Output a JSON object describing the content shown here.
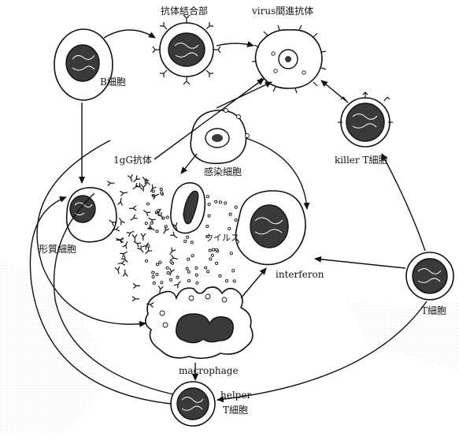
{
  "labels": {
    "b_cell": "B細胞",
    "antibody_binding": "抗体結合部",
    "virus_antibody": "virus間進抗体",
    "killer_t": "killer T細胞",
    "igg_antibody": "1gG抗体",
    "infected_cell": "感染細胞",
    "plasma_cell": "形質細胞",
    "virus": "ウイルス",
    "interferon": "interferon",
    "t_cell": "T細胞",
    "macrophage": "macrophage",
    "helper_line1": "helper",
    "helper_line2": "T細胞"
  }
}
